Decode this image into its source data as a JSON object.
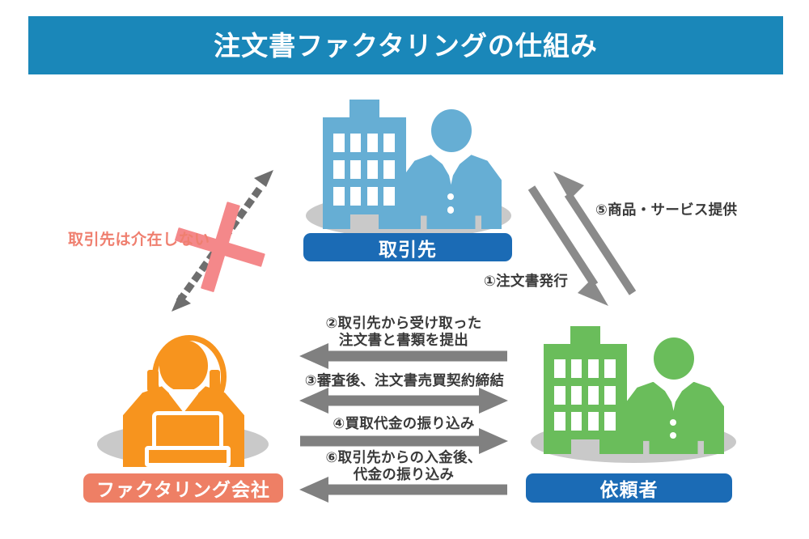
{
  "title": {
    "text": "注文書ファクタリングの仕組み",
    "banner_color": "#1a87b9",
    "text_color": "#ffffff"
  },
  "nodes": [
    {
      "id": "torihikisaki",
      "label": "取引先",
      "label_color": "#1b6bb5",
      "icon_color": "#66aed4",
      "icon": "building-and-businessman-icon"
    },
    {
      "id": "factoring-company",
      "label": "ファクタリング会社",
      "label_color": "#ee7f65",
      "icon_color": "#f7941e",
      "icon": "operator-with-laptop-icon"
    },
    {
      "id": "iraisha",
      "label": "依頼者",
      "label_color": "#1b6bb5",
      "icon_color": "#6abd5b",
      "icon": "building-and-businessman-icon"
    }
  ],
  "annotations": {
    "no_involvement": {
      "text": "取引先は介在しない",
      "color": "#ef7f6f",
      "marker": "pink-x-mark",
      "arrow": "dotted-double-arrow"
    }
  },
  "flows": [
    {
      "id": "flow-1",
      "number": "①",
      "label": "①注文書発行",
      "direction": "down-right",
      "from": "torihikisaki",
      "to": "iraisha",
      "style": "diagonal-arrow"
    },
    {
      "id": "flow-5",
      "number": "⑤",
      "label": "⑤商品・サービス提供",
      "direction": "up-left",
      "from": "iraisha",
      "to": "torihikisaki",
      "style": "diagonal-arrow"
    },
    {
      "id": "flow-2",
      "number": "②",
      "label": "②取引先から受け取った\n注文書と書類を提出",
      "direction": "left",
      "from": "iraisha",
      "to": "factoring-company",
      "style": "horizontal-arrow"
    },
    {
      "id": "flow-3",
      "number": "③",
      "label": "③審査後、注文書売買契約締結",
      "direction": "both",
      "from": "factoring-company",
      "to": "iraisha",
      "style": "horizontal-double-arrow"
    },
    {
      "id": "flow-4",
      "number": "④",
      "label": "④買取代金の振り込み",
      "direction": "right",
      "from": "factoring-company",
      "to": "iraisha",
      "style": "horizontal-arrow"
    },
    {
      "id": "flow-6",
      "number": "⑥",
      "label": "⑥取引先からの入金後、\n代金の振り込み",
      "direction": "left",
      "from": "iraisha",
      "to": "factoring-company",
      "style": "horizontal-arrow"
    }
  ],
  "colors": {
    "arrow_gray": "#808080",
    "dotted_gray": "#6e6e6e",
    "shadow_gray": "#c9c9c9",
    "text_dark": "#3a3a3a",
    "pink": "#f4888a",
    "background": "#ffffff"
  }
}
